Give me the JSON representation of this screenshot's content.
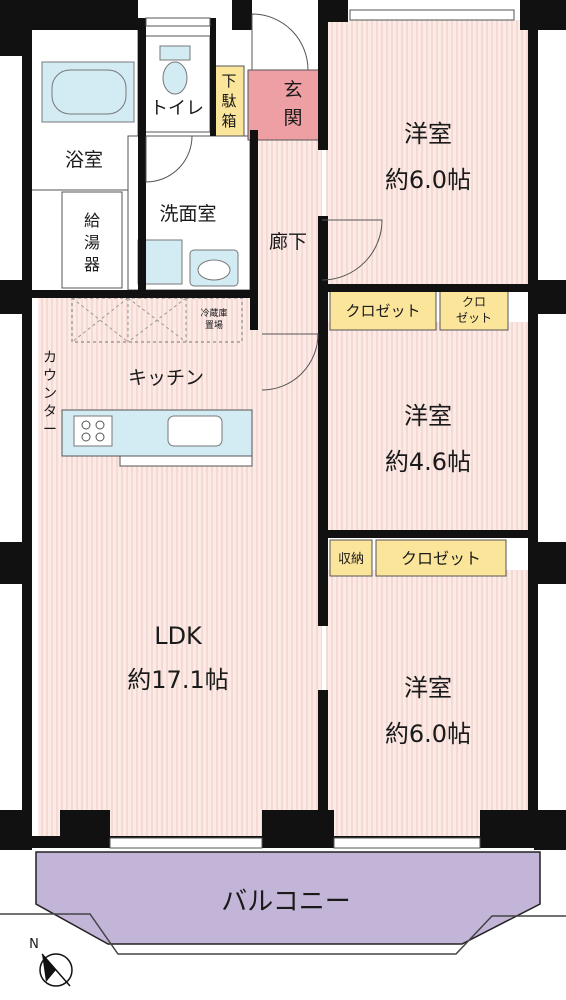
{
  "rooms": {
    "bath": "浴室",
    "toilet": "トイレ",
    "shoe_box": [
      "下",
      "駄",
      "箱"
    ],
    "entrance": [
      "玄",
      "関"
    ],
    "washroom": "洗面室",
    "water_heater": [
      "給",
      "湯",
      "器"
    ],
    "corridor": "廊下",
    "kitchen": "キッチン",
    "counter": [
      "カ",
      "ウ",
      "ン",
      "タ",
      "ー"
    ],
    "fridge": [
      "冷蔵庫",
      "置場"
    ],
    "ldk": {
      "name": "LDK",
      "size": "約17.1帖"
    },
    "western_top": {
      "name": "洋室",
      "size": "約6.0帖"
    },
    "western_mid": {
      "name": "洋室",
      "size": "約4.6帖"
    },
    "western_bottom": {
      "name": "洋室",
      "size": "約6.0帖"
    },
    "closet_top": "クロゼット",
    "closet_top_small": [
      "クロ",
      "ゼット"
    ],
    "storage": "収納",
    "closet_bottom": "クロゼット",
    "balcony": "バルコニー"
  },
  "compass": {
    "label": "N"
  },
  "colors": {
    "wall": "#111111",
    "floor": "#fbeae6",
    "floor_line": "#efc8c0",
    "wet_area": "#ffffff",
    "bath_fixture": "#d3ecf4",
    "closet": "#fbe59a",
    "entrance": "#ee9fa4",
    "balcony": "#c3b5d8"
  }
}
